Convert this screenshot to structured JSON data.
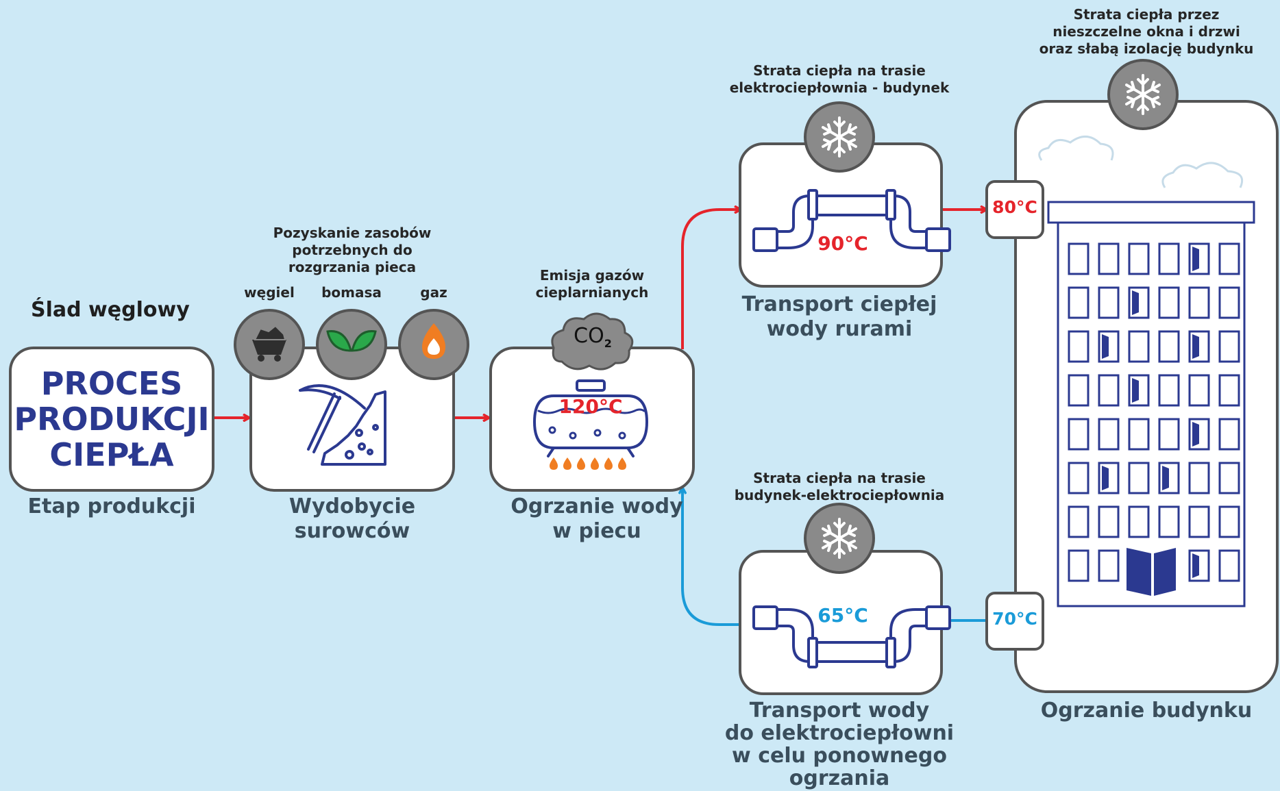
{
  "title": "Ślad węglowy",
  "colors": {
    "background": "#cde9f6",
    "box_border": "#545454",
    "hot": "#e5242b",
    "cold": "#1a9bd8",
    "navy": "#2b3990",
    "grey_circle": "#8a8a8a",
    "green_leaf": "#2aa84a",
    "orange_flame": "#f07d22"
  },
  "nodes": {
    "production": {
      "box_text": [
        "PROCES",
        "PRODUKCJI",
        "CIEPŁA"
      ],
      "caption": "Etap produkcji"
    },
    "extraction": {
      "header": [
        "Pozyskanie zasobów",
        "potrzebnych do",
        "rozgrzania pieca"
      ],
      "caption": [
        "Wydobycie",
        "surowców"
      ],
      "icon": "pickaxe-mining-icon",
      "resources": [
        {
          "label": "węgiel",
          "icon": "coal-cart-icon"
        },
        {
          "label": "bomasa",
          "icon": "leaves-icon"
        },
        {
          "label": "gaz",
          "icon": "flame-icon"
        }
      ]
    },
    "furnace": {
      "header": [
        "Emisja gazów",
        "cieplarnianych"
      ],
      "emission_icon_text": "CO",
      "emission_icon_sub": "2",
      "temperature": "120°C",
      "caption": [
        "Ogrzanie wody",
        "w piecu"
      ],
      "icon": "water-tank-furnace-icon"
    },
    "transport_hot": {
      "header": [
        "Strata ciepła na trasie",
        "elektrociepłownia - budynek"
      ],
      "temperature": "90°C",
      "caption": [
        "Transport ciepłej",
        "wody rurami"
      ],
      "icon": "pipe-icon",
      "loss_icon": "snowflake-icon"
    },
    "transport_cold": {
      "header": [
        "Strata ciepła na trasie",
        "budynek-elektrociepłownia"
      ],
      "temperature": "65°C",
      "caption": [
        "Transport wody",
        "do elektrociepłowni",
        "w celu ponownego",
        "ogrzania"
      ],
      "icon": "pipe-icon",
      "loss_icon": "snowflake-icon"
    },
    "building": {
      "header": [
        "Strata ciepła przez",
        "nieszczelne okna i drzwi",
        "oraz słabą izolację budynku"
      ],
      "caption": "Ogrzanie budynku",
      "temp_in": "80°C",
      "temp_out": "70°C",
      "icon": "apartment-building-icon",
      "loss_icon": "snowflake-icon"
    }
  },
  "edges": [
    {
      "from": "production",
      "to": "extraction",
      "kind": "hot"
    },
    {
      "from": "extraction",
      "to": "furnace",
      "kind": "hot"
    },
    {
      "from": "furnace",
      "to": "transport_hot",
      "kind": "hot"
    },
    {
      "from": "transport_hot",
      "to": "building",
      "kind": "hot"
    },
    {
      "from": "building",
      "to": "transport_cold",
      "kind": "cold"
    },
    {
      "from": "transport_cold",
      "to": "furnace",
      "kind": "cold"
    }
  ]
}
